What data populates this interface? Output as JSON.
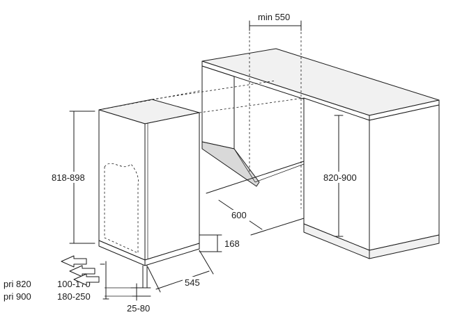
{
  "dimensions": {
    "min_depth": "min 550",
    "cabinet_height": "820-900",
    "appliance_height": "818-898",
    "recess_depth": "600",
    "plinth_height": "168",
    "appliance_depth": "545",
    "foot_adjust": "25-80"
  },
  "plinth_table": {
    "rows": [
      {
        "label": "pri 820",
        "range": "100-170"
      },
      {
        "label": "pri 900",
        "range": "180-250"
      }
    ]
  },
  "icons": {
    "arrows": "double-arrow-icon"
  }
}
